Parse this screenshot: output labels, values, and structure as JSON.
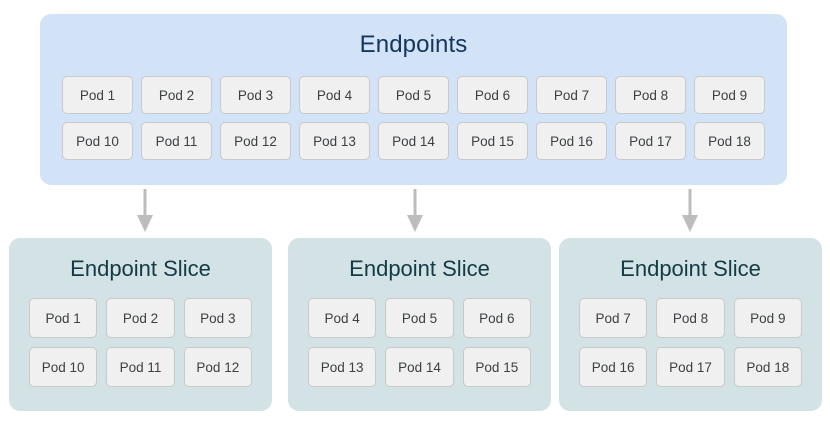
{
  "diagram": {
    "background_color": "#ffffff",
    "endpoints": {
      "title": "Endpoints",
      "fill_color": "#d2e3f7",
      "title_color": "#14365c",
      "rows": [
        [
          "Pod 1",
          "Pod 2",
          "Pod 3",
          "Pod 4",
          "Pod 5",
          "Pod 6",
          "Pod 7",
          "Pod 8",
          "Pod 9"
        ],
        [
          "Pod 10",
          "Pod 11",
          "Pod 12",
          "Pod 13",
          "Pod 14",
          "Pod 15",
          "Pod 16",
          "Pod 17",
          "Pod 18"
        ]
      ]
    },
    "arrows": {
      "icon": "arrow-down-icon",
      "color": "#bdbdbd",
      "count": 3
    },
    "slices": [
      {
        "title": "Endpoint Slice",
        "fill_color": "#d3e2e5",
        "title_color": "#123b44",
        "rows": [
          [
            "Pod 1",
            "Pod 2",
            "Pod 3"
          ],
          [
            "Pod 10",
            "Pod 11",
            "Pod 12"
          ]
        ]
      },
      {
        "title": "Endpoint Slice",
        "fill_color": "#d3e2e5",
        "title_color": "#123b44",
        "rows": [
          [
            "Pod 4",
            "Pod 5",
            "Pod 6"
          ],
          [
            "Pod 13",
            "Pod 14",
            "Pod 15"
          ]
        ]
      },
      {
        "title": "Endpoint Slice",
        "fill_color": "#d3e2e5",
        "title_color": "#123b44",
        "rows": [
          [
            "Pod 7",
            "Pod 8",
            "Pod 9"
          ],
          [
            "Pod 16",
            "Pod 17",
            "Pod 18"
          ]
        ]
      }
    ],
    "pod_chip_style": {
      "fill_color": "#f0f0f0",
      "border_color": "#c9c9c9",
      "text_color": "#3c4043"
    }
  }
}
